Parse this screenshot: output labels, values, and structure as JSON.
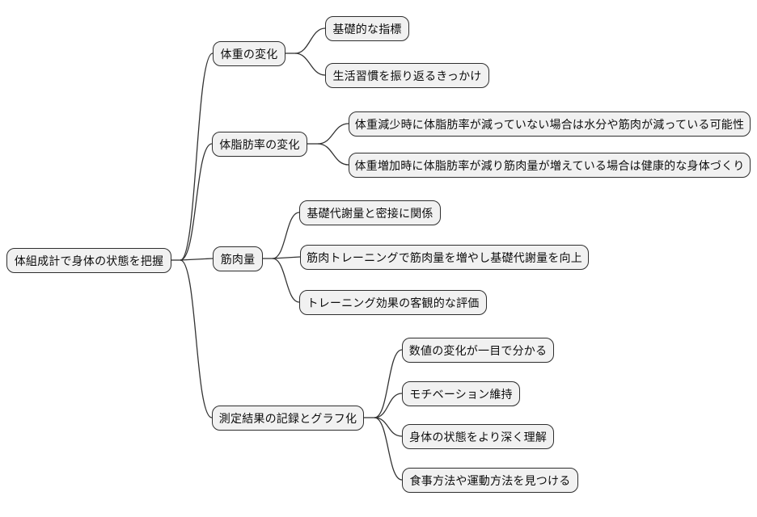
{
  "diagram": {
    "type": "mindmap",
    "root": {
      "label": "体組成計で身体の状態を把握"
    },
    "branches": [
      {
        "label": "体重の変化",
        "children": [
          {
            "label": "基礎的な指標"
          },
          {
            "label": "生活習慣を振り返るきっかけ"
          }
        ]
      },
      {
        "label": "体脂肪率の変化",
        "children": [
          {
            "label": "体重減少時に体脂肪率が減っていない場合は水分や筋肉が減っている可能性"
          },
          {
            "label": "体重増加時に体脂肪率が減り筋肉量が増えている場合は健康的な身体づくり"
          }
        ]
      },
      {
        "label": "筋肉量",
        "children": [
          {
            "label": "基礎代謝量と密接に関係"
          },
          {
            "label": "筋肉トレーニングで筋肉量を増やし基礎代謝量を向上"
          },
          {
            "label": "トレーニング効果の客観的な評価"
          }
        ]
      },
      {
        "label": "測定結果の記録とグラフ化",
        "children": [
          {
            "label": "数値の変化が一目で分かる"
          },
          {
            "label": "モチベーション維持"
          },
          {
            "label": "身体の状態をより深く理解"
          },
          {
            "label": "食事方法や運動方法を見つける"
          }
        ]
      }
    ],
    "colors": {
      "background": "#ffffff",
      "node_fill": "#f1f1f1",
      "node_border": "#2e2e2e",
      "edge": "#333333",
      "text": "#0d0d0d"
    }
  }
}
